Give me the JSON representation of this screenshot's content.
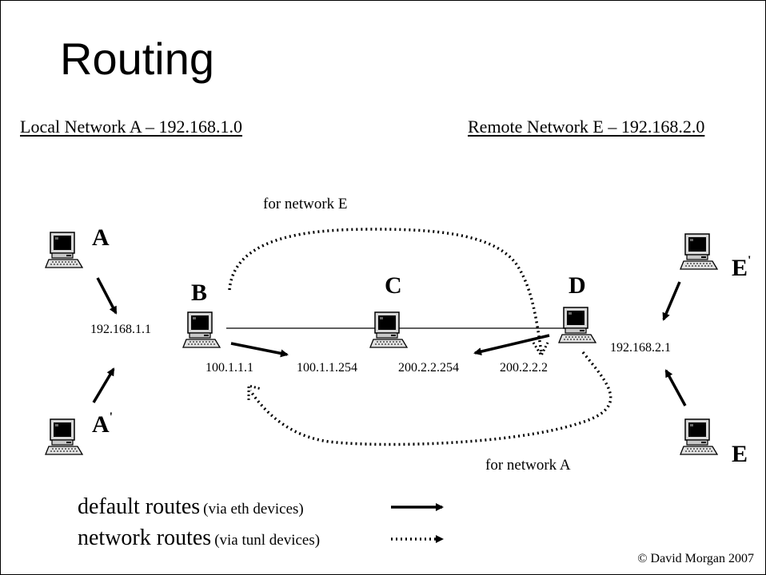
{
  "title": "Routing",
  "local_network": "Local Network A – 192.168.1.0",
  "remote_network": "Remote Network E – 192.168.2.0",
  "nodes": {
    "A": "A",
    "A_prime": "A",
    "B": "B",
    "C": "C",
    "D": "D",
    "E_prime": "E",
    "E": "E",
    "prime_mark": "'"
  },
  "addresses": {
    "b_lan": "192.168.1.1",
    "b_wan": "100.1.1.1",
    "c_left": "100.1.1.254",
    "c_right": "200.2.2.254",
    "d_wan": "200.2.2.2",
    "d_lan": "192.168.2.1"
  },
  "route_captions": {
    "to_e": "for network E",
    "to_a": "for network A"
  },
  "legend": {
    "default_main": "default routes",
    "default_sub": "(via eth devices)",
    "network_main": "network routes",
    "network_sub": "(via tunl devices)"
  },
  "copyright": "© David Morgan 2007",
  "icons": {
    "computer": "computer-icon"
  }
}
